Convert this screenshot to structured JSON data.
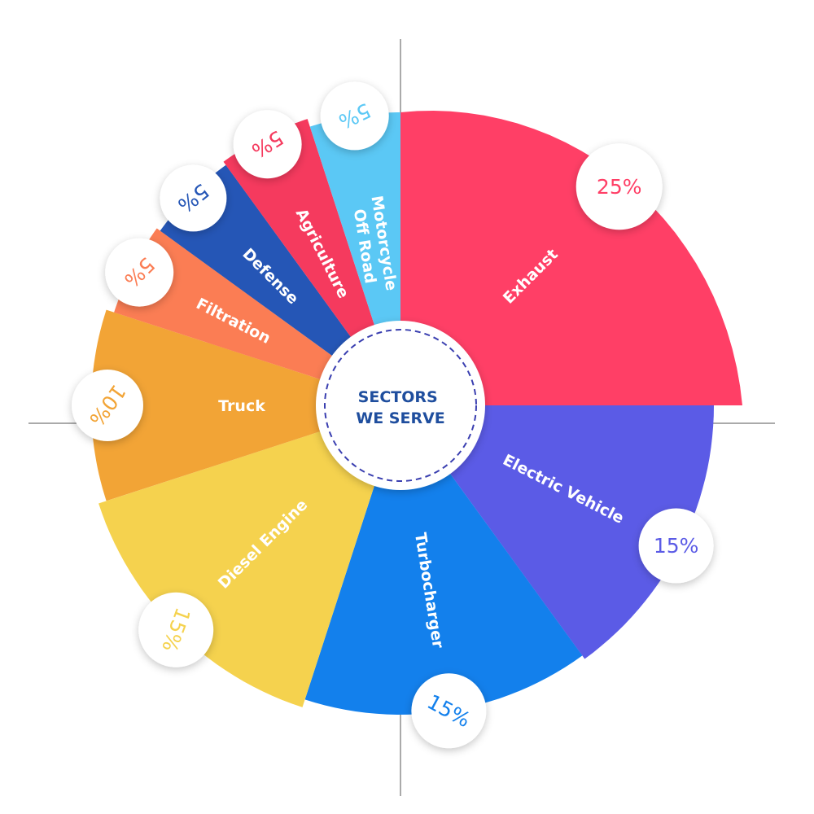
{
  "chart_data": {
    "type": "pie",
    "title": "SECTORS WE SERVE",
    "title_lines": [
      "SECTORS",
      "WE SERVE"
    ],
    "slices": [
      {
        "label": "Exhaust",
        "label_lines": [
          "Exhaust"
        ],
        "value": 25,
        "pct_text": "25%",
        "color": "#ff3f66"
      },
      {
        "label": "Electric Vehicle",
        "label_lines": [
          "Electric Vehicle"
        ],
        "value": 15,
        "pct_text": "15%",
        "color": "#5b5be6"
      },
      {
        "label": "Turbocharger",
        "label_lines": [
          "Turbocharger"
        ],
        "value": 15,
        "pct_text": "15%",
        "color": "#1380ec"
      },
      {
        "label": "Diesel Engine",
        "label_lines": [
          "Diesel Engine"
        ],
        "value": 15,
        "pct_text": "15%",
        "color": "#f5d24e"
      },
      {
        "label": "Truck",
        "label_lines": [
          "Truck"
        ],
        "value": 10,
        "pct_text": "10%",
        "color": "#f2a436"
      },
      {
        "label": "Filtration",
        "label_lines": [
          "Filtration"
        ],
        "value": 5,
        "pct_text": "5%",
        "color": "#fb7d54"
      },
      {
        "label": "Defense",
        "label_lines": [
          "Defense"
        ],
        "value": 5,
        "pct_text": "5%",
        "color": "#2556b6"
      },
      {
        "label": "Agriculture",
        "label_lines": [
          "Agriculture"
        ],
        "value": 5,
        "pct_text": "5%",
        "color": "#f53a5e"
      },
      {
        "label": "Motorcycle Off Road",
        "label_lines": [
          "Motorcycle",
          "Off Road"
        ],
        "value": 5,
        "pct_text": "5%",
        "color": "#5bc8f5"
      }
    ],
    "legend": "none",
    "center_ring_color": "#3a3fb0"
  }
}
